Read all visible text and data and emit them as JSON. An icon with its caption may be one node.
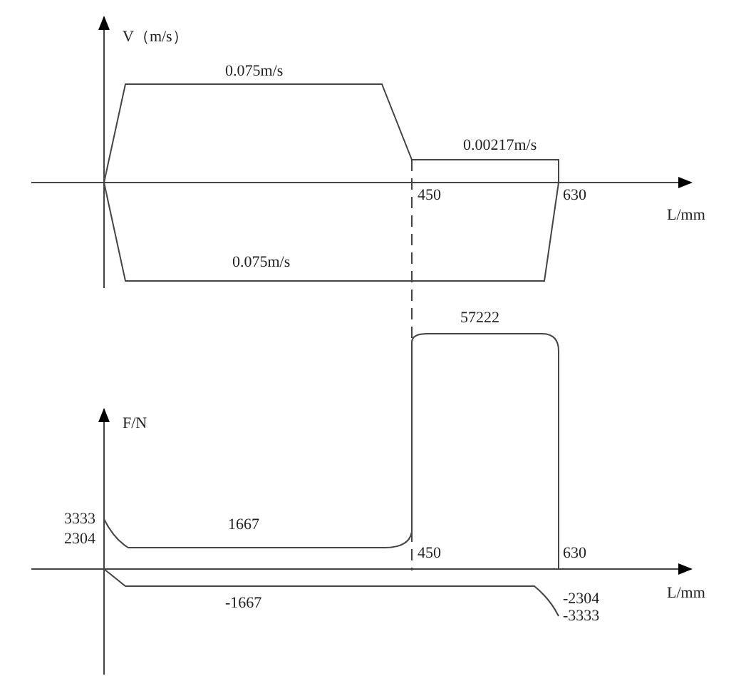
{
  "diagram": {
    "labels": [
      "V（m/s）",
      "0.075m/s",
      "0.00217m/s",
      "450",
      "630",
      "L/mm",
      "0.075m/s",
      "57222",
      "F/N",
      "3333",
      "1667",
      "2304",
      "450",
      "630",
      "L/mm",
      "-1667",
      "-2304",
      "-3333"
    ]
  }
}
